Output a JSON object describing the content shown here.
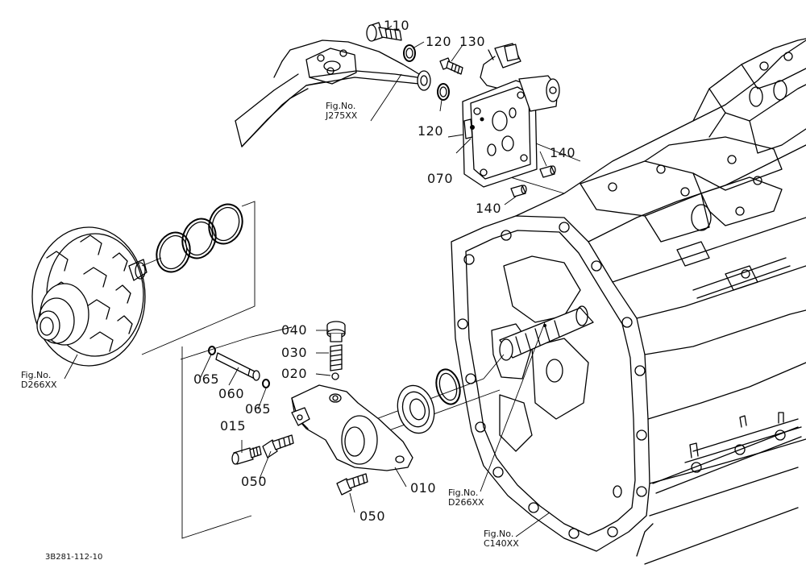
{
  "diagram": {
    "code": "3B281-112-10",
    "part_numbers": {
      "p010": "010",
      "p015": "015",
      "p020": "020",
      "p030": "030",
      "p040": "040",
      "p050a": "050",
      "p050b": "050",
      "p060": "060",
      "p065a": "065",
      "p065b": "065",
      "p070": "070",
      "p110": "110",
      "p120a": "120",
      "p120b": "120",
      "p130": "130",
      "p140a": "140",
      "p140b": "140"
    },
    "references": {
      "j275": {
        "label": "Fig.No.",
        "code": "J275XX"
      },
      "d266_left": {
        "label": "Fig.No.",
        "code": "D266XX"
      },
      "d266_bottom": {
        "label": "Fig.No.",
        "code": "D266XX"
      },
      "c140": {
        "label": "Fig.No.",
        "code": "C140XX"
      }
    }
  }
}
